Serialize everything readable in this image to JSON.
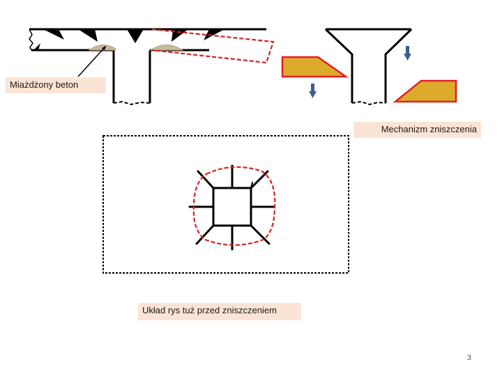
{
  "labels": {
    "crushed_concrete": "Miażdżony beton",
    "failure_mechanism": "Mechanizm zniszczenia",
    "crack_pattern": "Układ rys tuż przed zniszczeniem"
  },
  "page_number": "3",
  "colors": {
    "outline": "#000000",
    "crack_line": "#d62020",
    "block_fill": "#ddab2c",
    "block_stroke": "#e31e24",
    "crushed_fill": "#c9b99a",
    "arrow": "#3b5f91",
    "label_bg": "#fbe4d5"
  }
}
